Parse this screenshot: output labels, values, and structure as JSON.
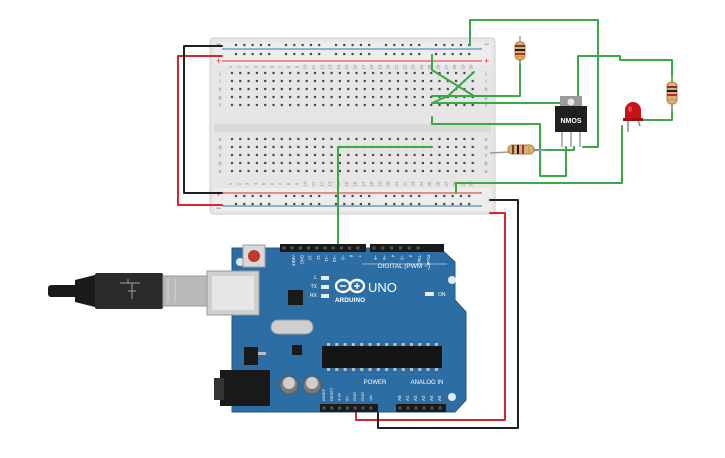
{
  "colors": {
    "breadboard": "#e6e6e6",
    "breadboard_border": "#c9c9c9",
    "hole": "#4a4a4a",
    "rail_red": "#e0302d",
    "rail_blue": "#3a6fb8",
    "wire_green": "#3aa845",
    "wire_red": "#d8262b",
    "wire_black": "#1f1f1f",
    "arduino_board": "#2c6ea3",
    "arduino_dark": "#20557f",
    "header_black": "#1a1a1a",
    "usb_grey": "#b9b9b9",
    "led_red": "#c8111b",
    "mosfet_black": "#202020",
    "mosfet_label": "#ffffff"
  },
  "breadboard": {
    "row_letters_upper": [
      "j",
      "i",
      "h",
      "g",
      "f"
    ],
    "row_letters_lower": [
      "e",
      "d",
      "c",
      "b",
      "a"
    ],
    "column_count": 30,
    "rail_minus": "−",
    "rail_plus": "+"
  },
  "mosfet": {
    "label": "NMOS"
  },
  "arduino": {
    "brand": "ARDUINO",
    "model": "UNO",
    "digital_label": "DIGITAL (PWM ~)",
    "analog_label": "ANALOG IN",
    "power_label": "POWER",
    "on_label": "ON",
    "led_labels": [
      "L",
      "TX",
      "RX"
    ],
    "top_pins": [
      "AREF",
      "GND",
      "13",
      "12",
      "~11",
      "~10",
      "~9",
      "8",
      "7",
      "~6",
      "~5",
      "4",
      "~3",
      "2",
      "TX▸1",
      "RX◂0"
    ],
    "power_pins": [
      "IOREF",
      "RESET",
      "3.3V",
      "5V",
      "GND",
      "GND",
      "Vin"
    ],
    "analog_pins": [
      "A0",
      "A1",
      "A2",
      "A3",
      "A4",
      "A5"
    ]
  }
}
